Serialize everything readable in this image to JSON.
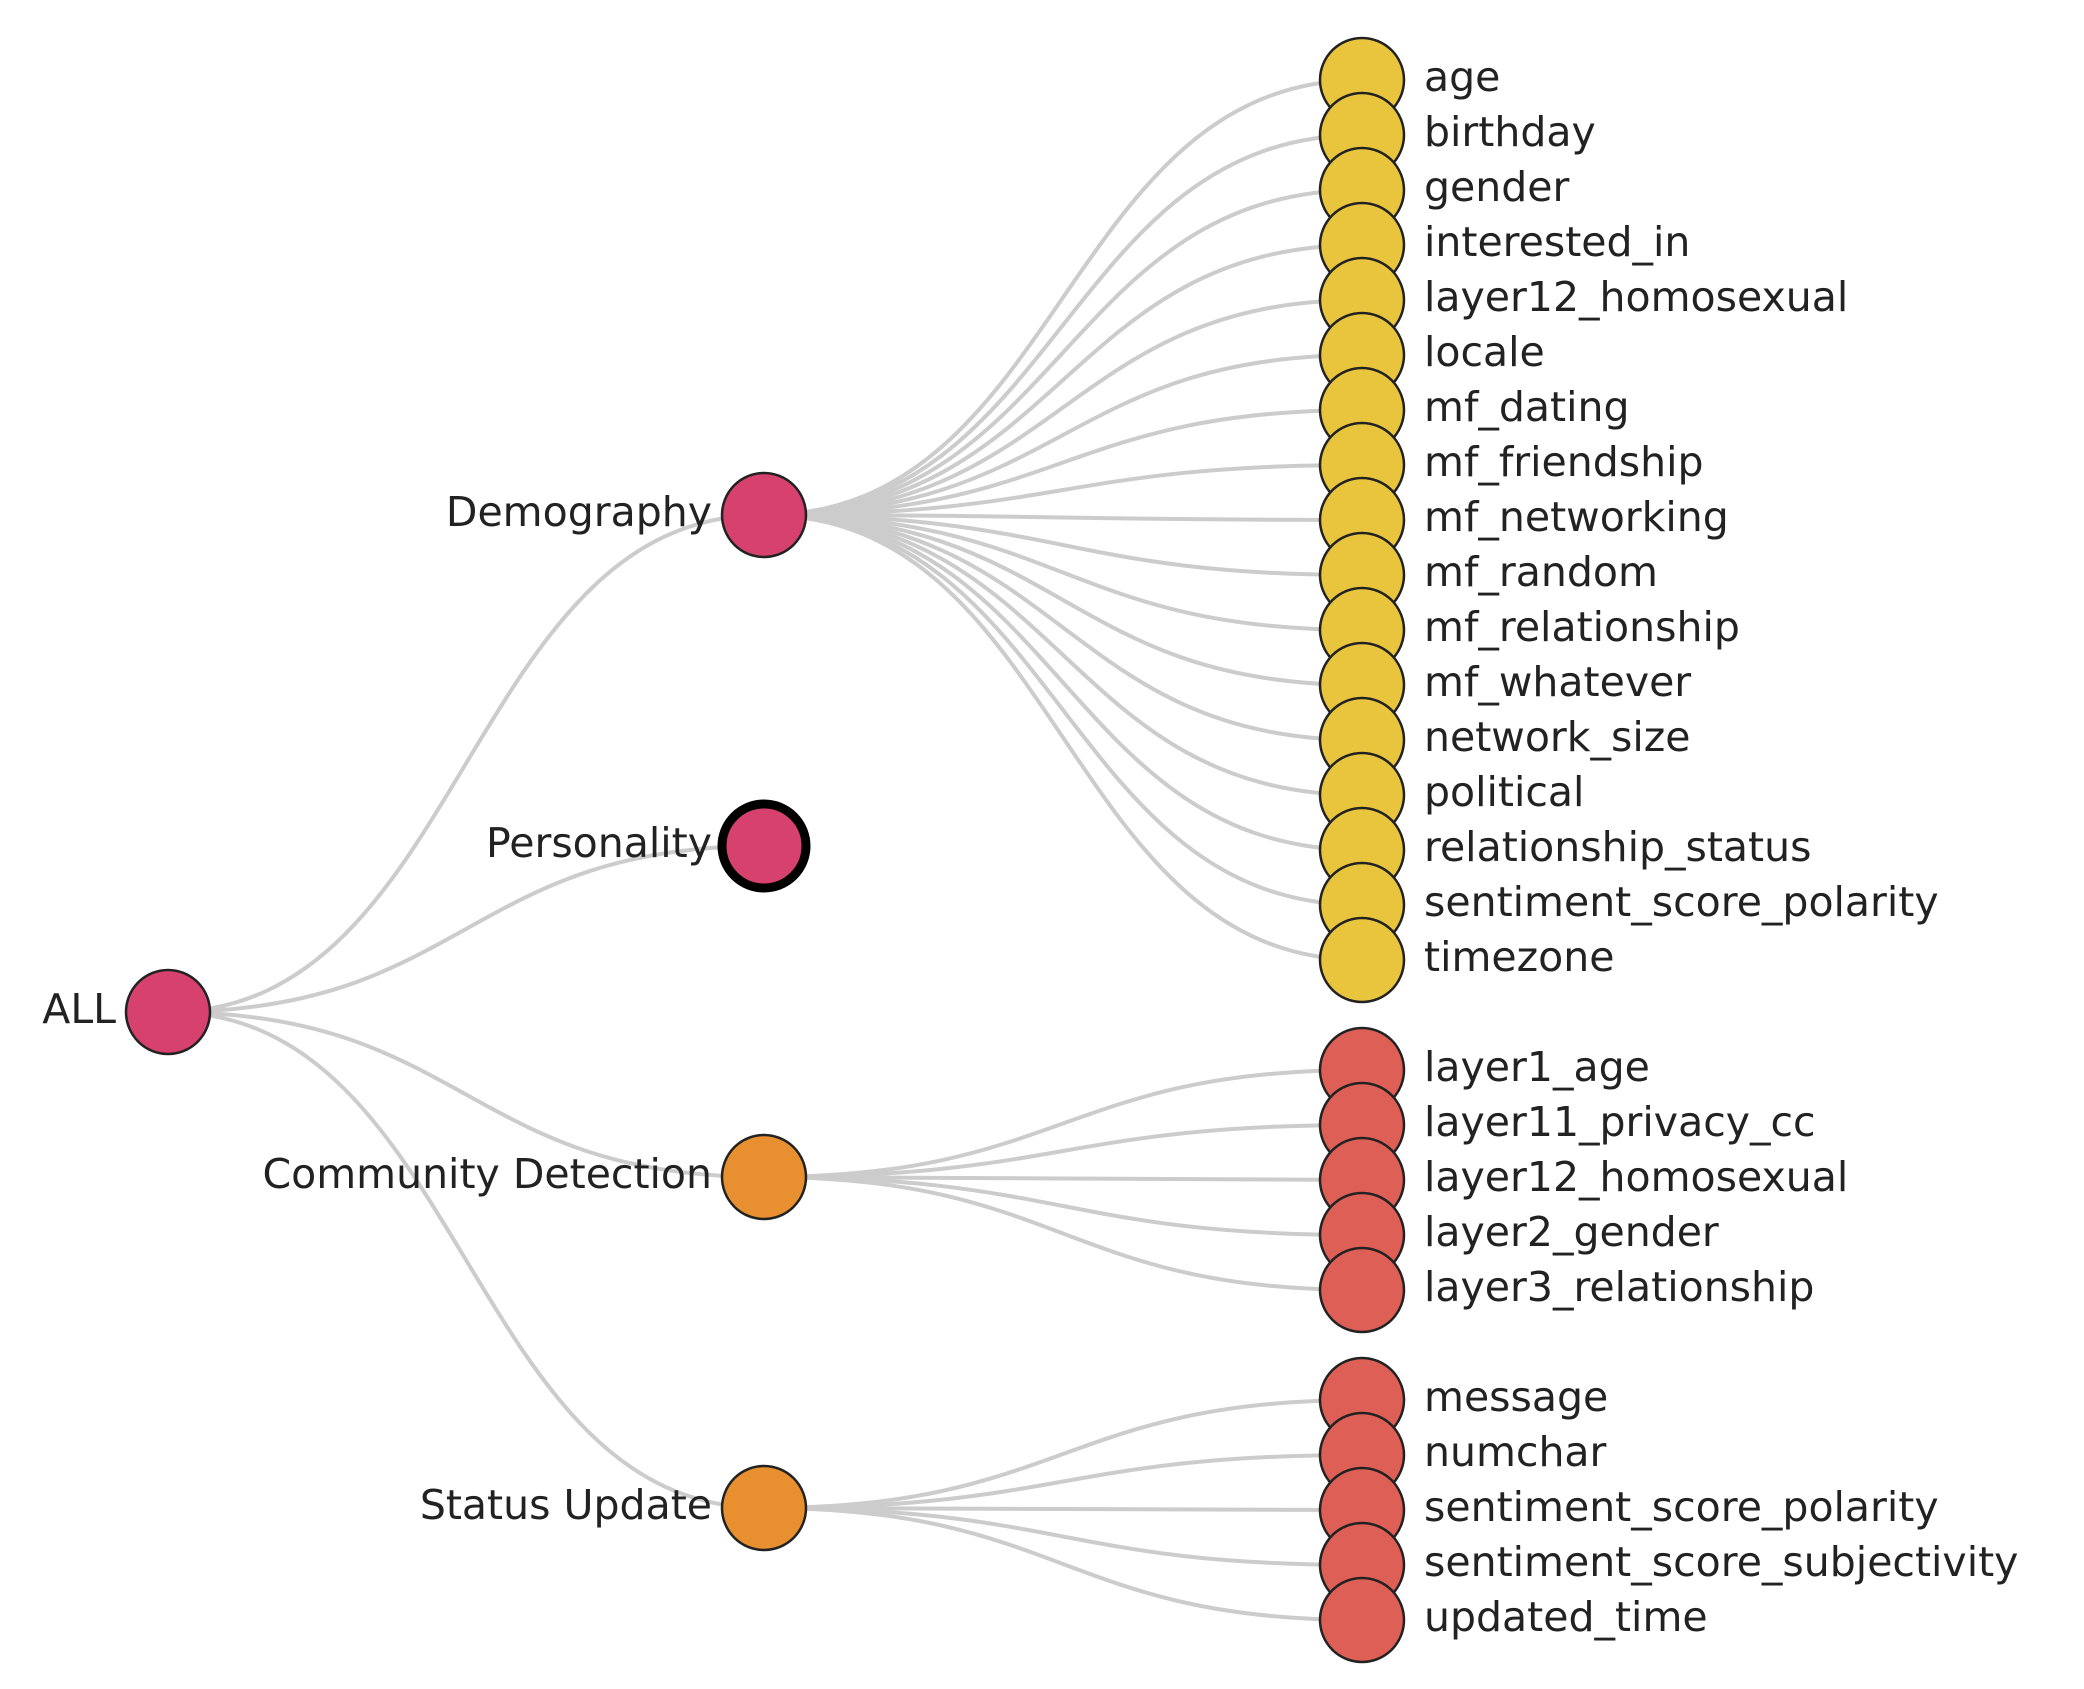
{
  "colors": {
    "root": "#d6416e",
    "category_pink": "#d6416e",
    "category_orange": "#e8902f",
    "leaf_yellow": "#e8c53c",
    "leaf_red": "#dd5f56",
    "link": "#cccccc"
  },
  "tree": {
    "name": "ALL",
    "color": "root",
    "children": [
      {
        "name": "Demography",
        "color": "category_pink",
        "leaf_color": "leaf_yellow",
        "children": [
          "age",
          "birthday",
          "gender",
          "interested_in",
          "layer12_homosexual",
          "locale",
          "mf_dating",
          "mf_friendship",
          "mf_networking",
          "mf_random",
          "mf_relationship",
          "mf_whatever",
          "network_size",
          "political",
          "relationship_status",
          "sentiment_score_polarity",
          "timezone"
        ]
      },
      {
        "name": "Personality",
        "color": "category_pink",
        "selected": true,
        "children": []
      },
      {
        "name": "Community Detection",
        "color": "category_orange",
        "leaf_color": "leaf_red",
        "children": [
          "layer1_age",
          "layer11_privacy_cc",
          "layer12_homosexual",
          "layer2_gender",
          "layer3_relationship"
        ]
      },
      {
        "name": "Status Update",
        "color": "category_orange",
        "leaf_color": "leaf_red",
        "children": [
          "message",
          "numchar",
          "sentiment_score_polarity",
          "sentiment_score_subjectivity",
          "updated_time"
        ]
      }
    ]
  }
}
